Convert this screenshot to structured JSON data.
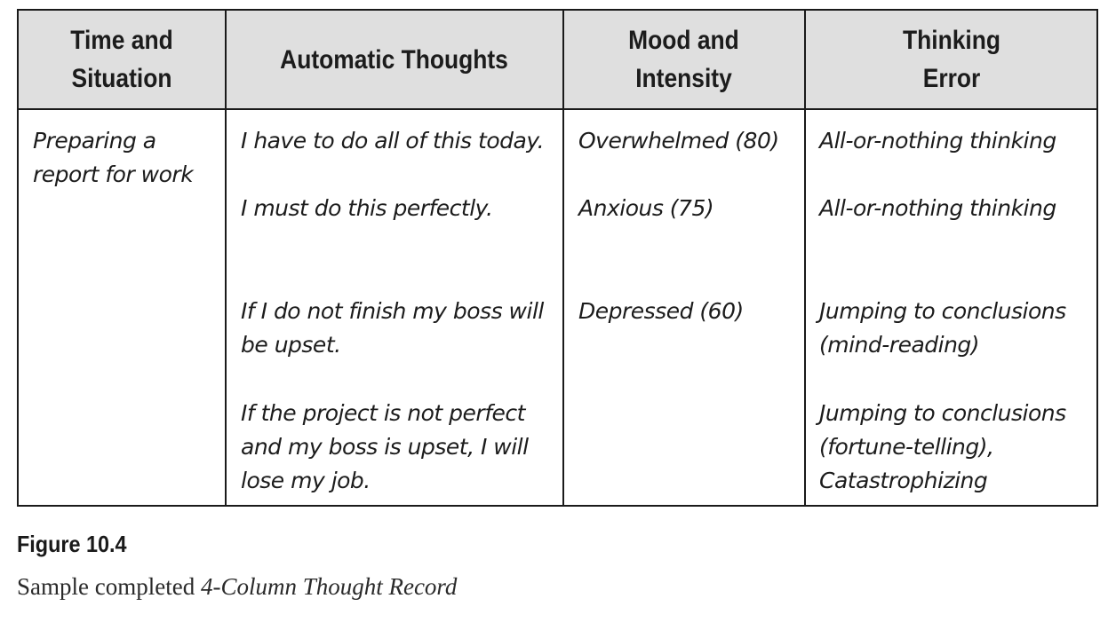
{
  "table": {
    "headers": [
      "Time and\nSituation",
      "Automatic Thoughts",
      "Mood and\nIntensity",
      "Thinking\nError"
    ],
    "situation": "Preparing a\nreport for work",
    "rows": [
      {
        "thought": "I have to do all of this today.",
        "mood": "Overwhelmed (80)",
        "error": "All-or-nothing thinking"
      },
      {
        "thought": "I must do this perfectly.",
        "mood": "Anxious (75)",
        "error": "All-or-nothing thinking"
      },
      {
        "thought": "If I do not finish my boss will\nbe upset.",
        "mood": "Depressed (60)",
        "error": "Jumping to conclusions\n(mind-reading)"
      },
      {
        "thought": "If the project is not perfect\nand my boss is upset, I will\nlose my job.",
        "mood": "",
        "error": "Jumping to conclusions\n(fortune-telling),\nCatastrophizing"
      }
    ]
  },
  "figure": {
    "label": "Figure 10.4",
    "caption_prefix": "Sample completed ",
    "caption_title": "4-Column Thought Record"
  }
}
